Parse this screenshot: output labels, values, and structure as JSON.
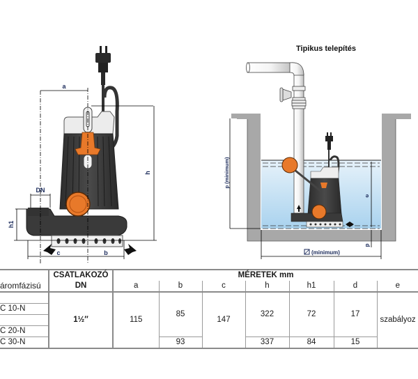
{
  "diagram": {
    "left_labels": {
      "a": "a",
      "b": "b",
      "c": "c",
      "h": "h",
      "h1": "h1",
      "dn": "DN"
    },
    "right_title": "Tipikus telepítés",
    "right_labels": {
      "p": "p (minimum)",
      "e": "e",
      "d": "d",
      "minimum": "(minimum)",
      "square_symbol": "◻"
    },
    "colors": {
      "pump_body": "#3a3a3a",
      "pump_top": "#e8e8e8",
      "float_orange": "#e8792a",
      "water": "#cfe6f5",
      "wall_gray": "#a8a8a8",
      "label_blue": "#1a2a5a"
    }
  },
  "table": {
    "header": {
      "col0": "áromfázisú",
      "connector_line1": "CSATLAKOZÓ",
      "connector_line2": "DN",
      "dimensions_title": "MÉRETEK mm",
      "dim_cols": [
        "a",
        "b",
        "c",
        "h",
        "h1",
        "d",
        "e"
      ]
    },
    "models": [
      "",
      "C 10-N",
      "",
      "C 20-N",
      "C 30-N"
    ],
    "dn": "1½″",
    "a": "115",
    "b_group1": "85",
    "b_group2": "93",
    "c": "147",
    "h_group1": "322",
    "h_group2": "337",
    "h1_group1": "72",
    "h1_group2": "84",
    "d_group1": "17",
    "d_group2": "15",
    "e": "szabályoz"
  }
}
